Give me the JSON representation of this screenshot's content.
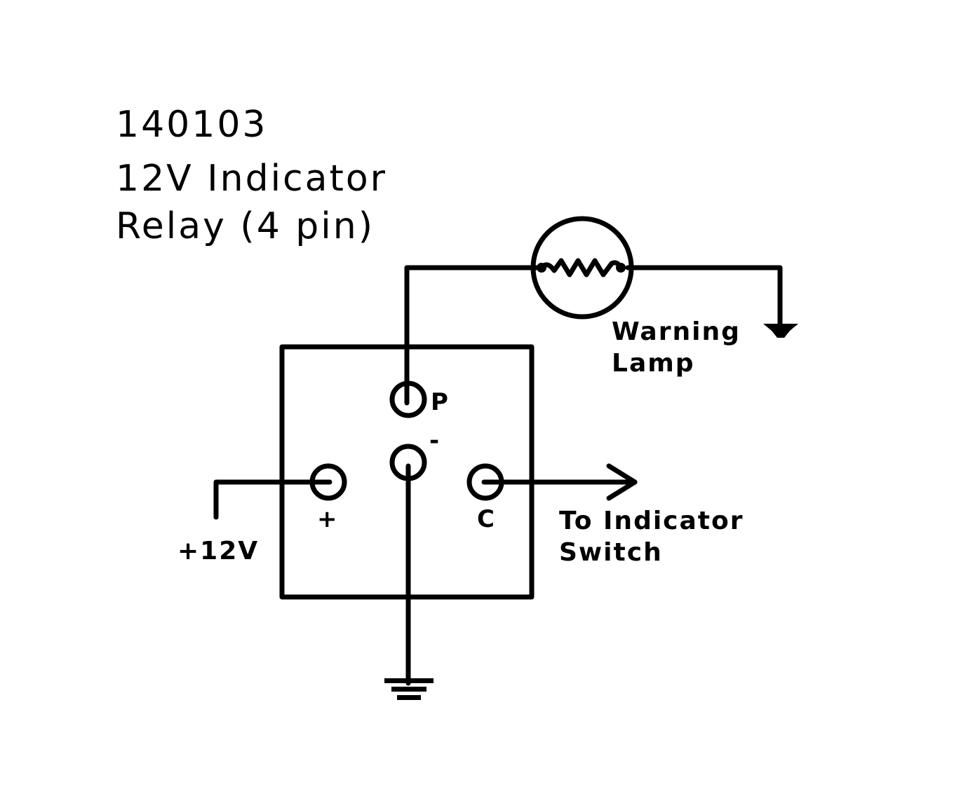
{
  "title": {
    "part_number": "140103",
    "line2": "12V Indicator",
    "line3": "Relay (4 pin)"
  },
  "lamp": {
    "label_line1": "Warning",
    "label_line2": "Lamp"
  },
  "pins": {
    "p": "P",
    "minus": "-",
    "plus": "+",
    "c": "C"
  },
  "supply_label": "+12V",
  "switch_label": {
    "line1": "To Indicator",
    "line2": "Switch"
  },
  "colors": {
    "ink": "#000000",
    "background": "#ffffff"
  }
}
